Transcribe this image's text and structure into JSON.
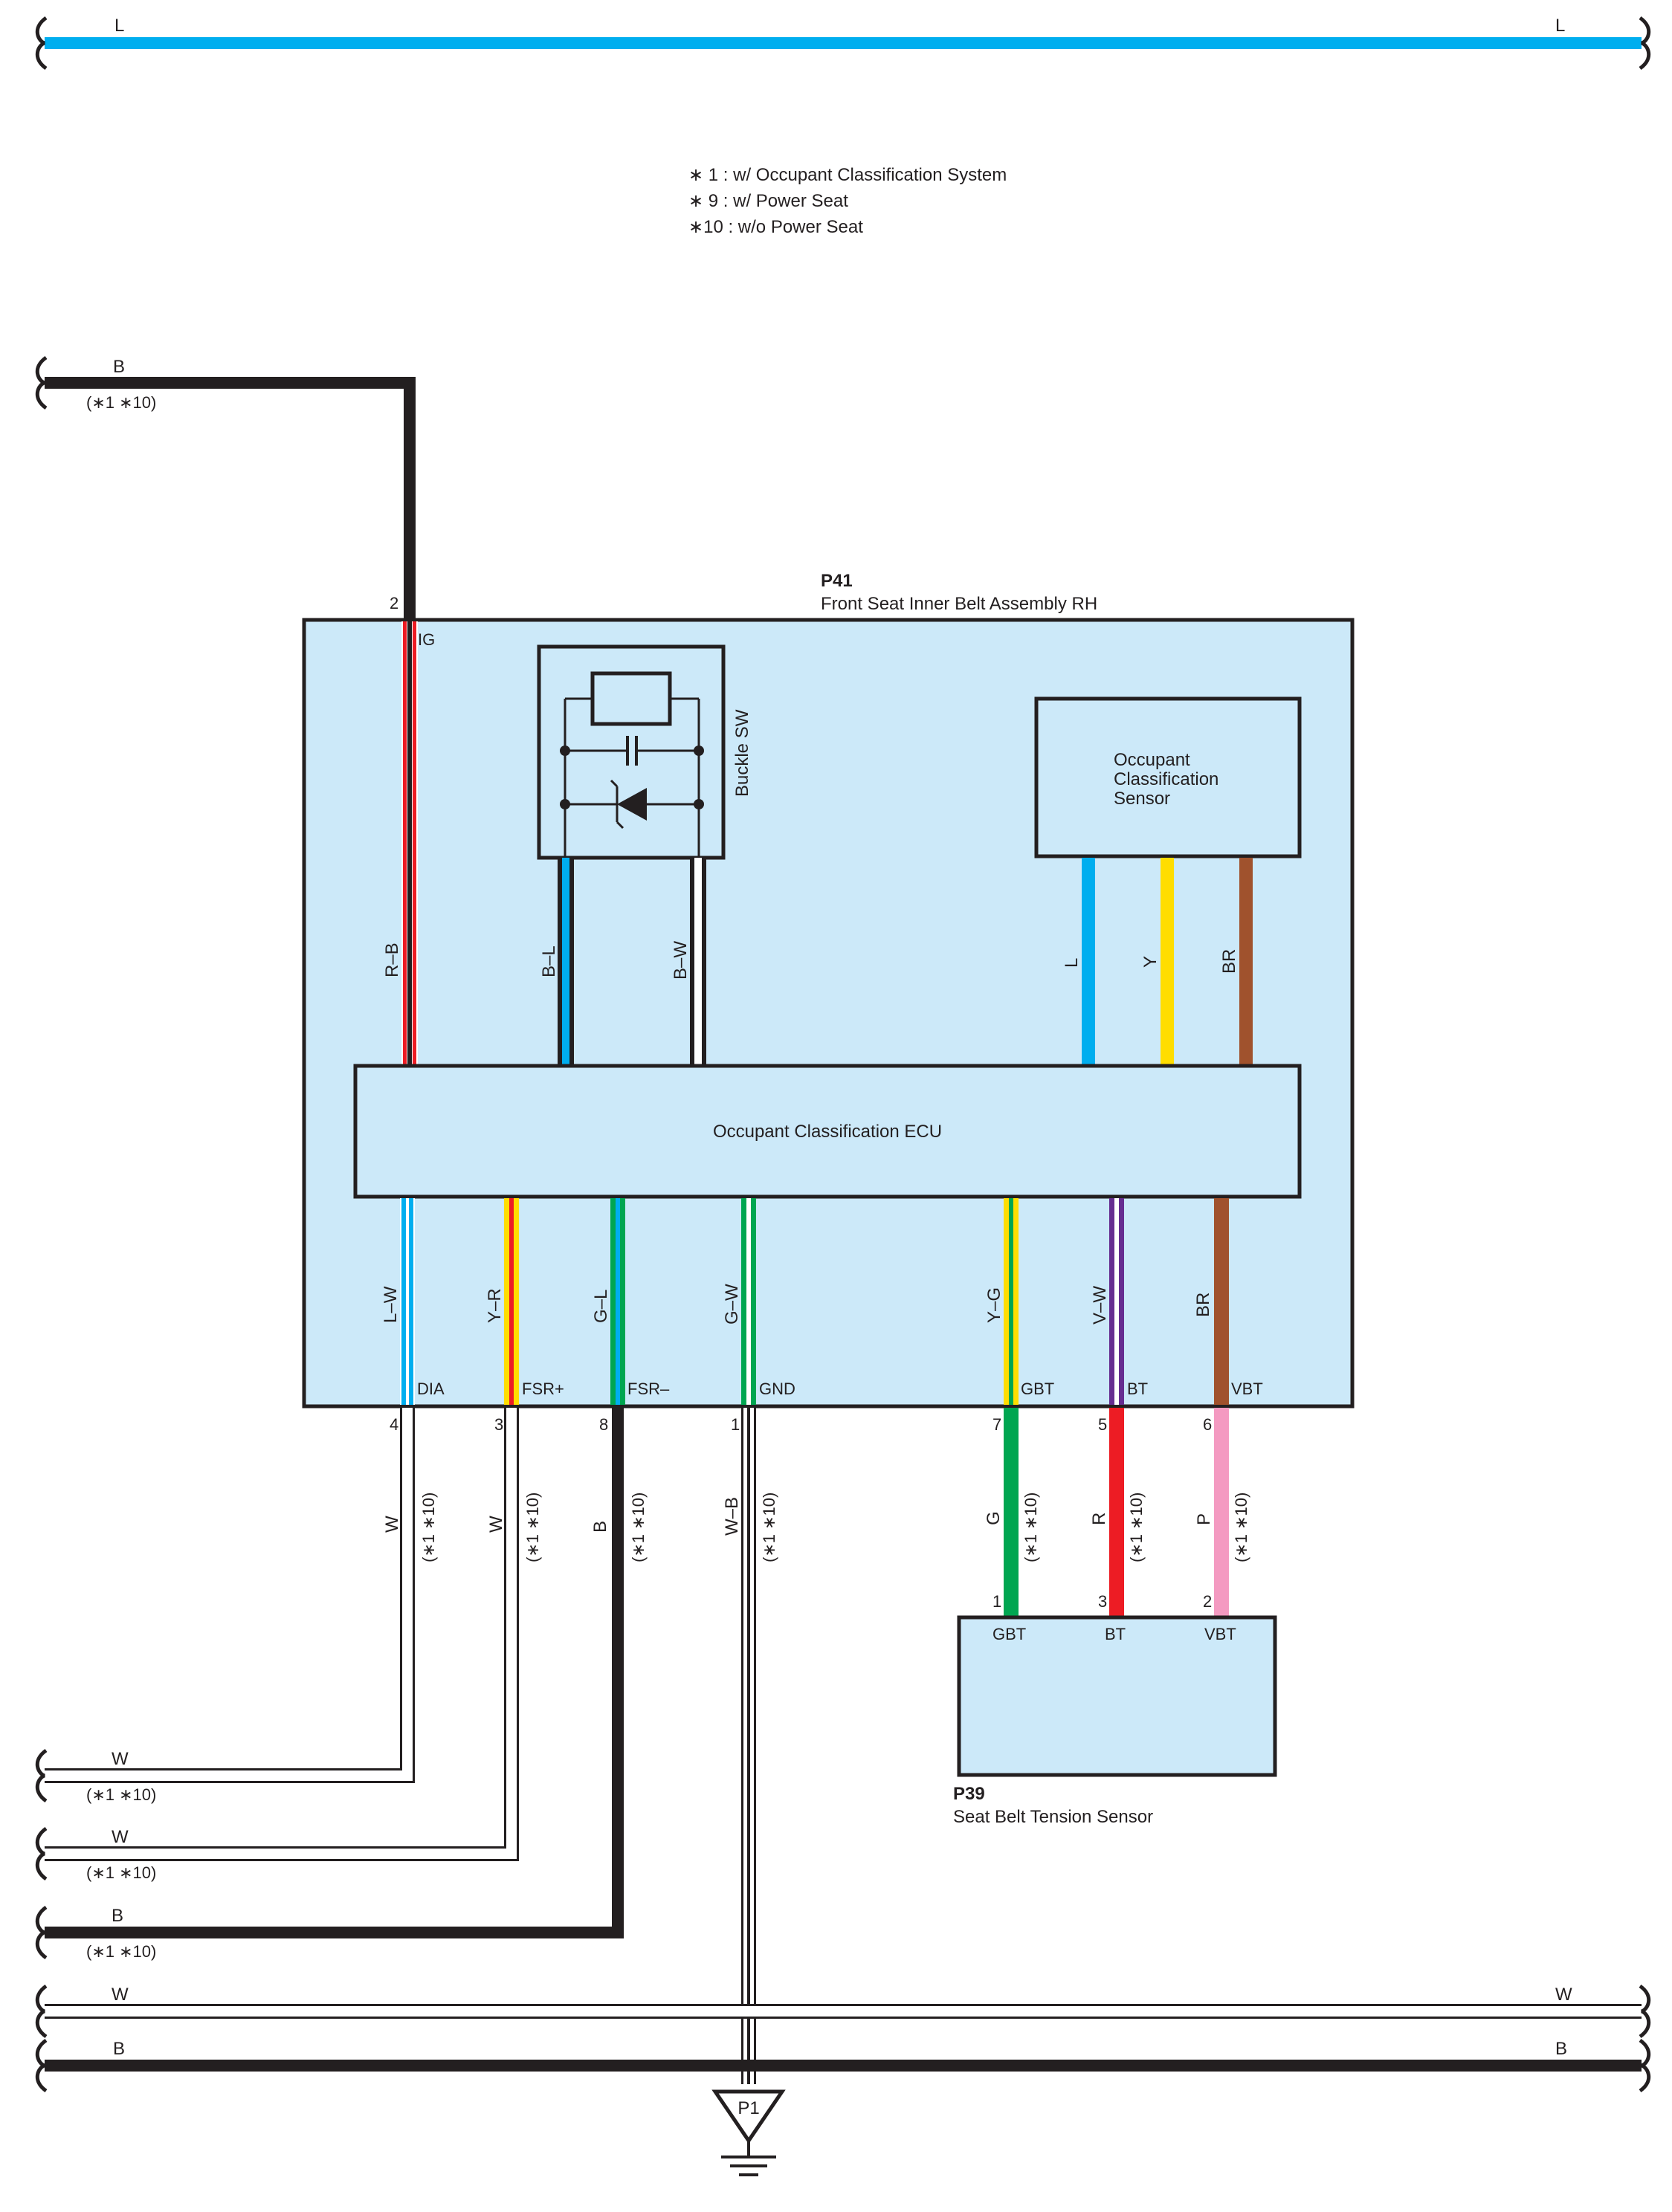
{
  "colors": {
    "L": "#00aeef",
    "B": "#231f20",
    "W": "#ffffff",
    "R": "#ed1c24",
    "Y": "#ffdd00",
    "G": "#00a651",
    "V": "#662d91",
    "BR": "#a0522d",
    "P": "#f49ac1",
    "box_fill": "#cce9f9"
  },
  "notes": {
    "n1": "∗ 1 : w/ Occupant Classification System",
    "n9": "∗ 9 : w/ Power Seat",
    "n10": "∗10 : w/o Power Seat"
  },
  "top_bus": {
    "left_label": "L",
    "right_label": "L"
  },
  "feed_ig": {
    "color_label": "B",
    "cond": "(∗1 ∗10)"
  },
  "p41": {
    "code": "P41",
    "name": "Front Seat Inner Belt Assembly RH",
    "pin_ig_num": "2",
    "pin_ig": "IG",
    "buckle": "Buckle SW",
    "ocs": {
      "line1": "Occupant",
      "line2": "Classification",
      "line3": "Sensor"
    },
    "ecu": "Occupant Classification ECU",
    "wires_upper": {
      "rb": "R–B",
      "bl": "B–L",
      "bw": "B–W",
      "l": "L",
      "y": "Y",
      "br": "BR"
    },
    "wires_lower": {
      "lw": "L–W",
      "yr": "Y–R",
      "gl": "G–L",
      "gw": "G–W",
      "yg": "Y–G",
      "vw": "V–W",
      "br": "BR"
    },
    "pins": {
      "dia": "DIA",
      "fsrp": "FSR+",
      "fsrm": "FSR–",
      "gnd": "GND",
      "gbt": "GBT",
      "bt": "BT",
      "vbt": "VBT"
    },
    "pin_nums": {
      "dia": "4",
      "fsrp": "3",
      "fsrm": "8",
      "gnd": "1",
      "gbt": "7",
      "bt": "5",
      "vbt": "6"
    }
  },
  "ext_wires": {
    "w1": "W",
    "w2": "W",
    "b8": "B",
    "wb": "W–B",
    "g": "G",
    "r": "R",
    "p": "P",
    "cond": "(∗1 ∗10)"
  },
  "p39": {
    "code": "P39",
    "name": "Seat Belt Tension Sensor",
    "pins": {
      "gbt": "GBT",
      "bt": "BT",
      "vbt": "VBT"
    },
    "pin_nums": {
      "gbt": "1",
      "bt": "3",
      "vbt": "2"
    }
  },
  "left_conns": {
    "c1": {
      "color": "W",
      "cond": "(∗1 ∗10)"
    },
    "c2": {
      "color": "W",
      "cond": "(∗1 ∗10)"
    },
    "c3": {
      "color": "B",
      "cond": "(∗1 ∗10)"
    }
  },
  "bottom_buses": {
    "w_left": "W",
    "w_right": "W",
    "b_left": "B",
    "b_right": "B"
  },
  "ground": "P1"
}
